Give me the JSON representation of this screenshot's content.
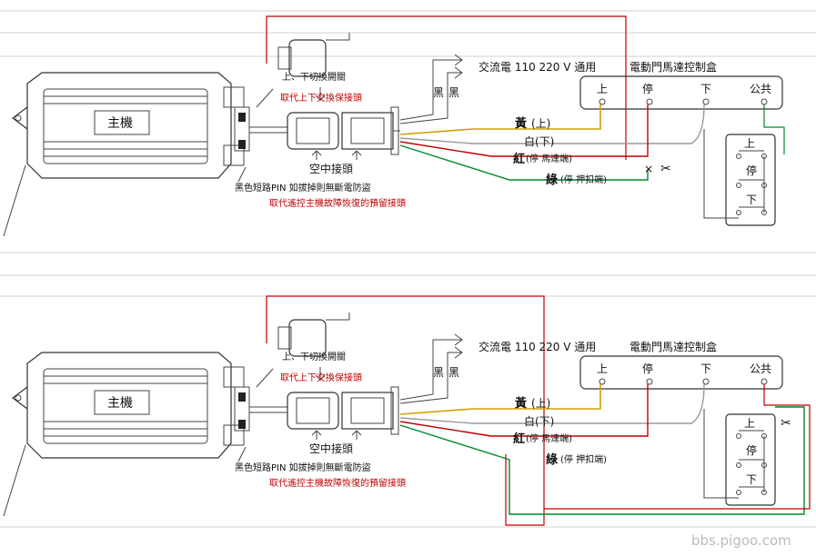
{
  "colors": {
    "yellow_wire": "#d4a000",
    "white_wire": "#9a9a9a",
    "red_wire": "#c00000",
    "green_wire": "#008a2e",
    "outline": "#333333",
    "guide_lines": "#d2d2d2"
  },
  "labels": {
    "main_unit": "主機",
    "switch_label": "上、下切換開關",
    "switch_note": "取代上下交換保接頭",
    "connector_label": "空中接頭",
    "short_pin_note": "黑色短路PIN 如拔掉則無斷電防盜",
    "reserve_note": "取代遙控主機故障恢復的預留接頭",
    "ac_power": "交流電 110 220 V 通用",
    "controller_title": "電動門馬達控制盒",
    "black1": "黑",
    "black2": "黑",
    "term_up": "上",
    "term_stop": "停",
    "term_down": "下",
    "term_common": "公共",
    "wire_yellow": "黃",
    "wire_yellow_note": "(上)",
    "wire_white": "白(下)",
    "wire_red": "紅",
    "wire_red_note": "(停 馬達端)",
    "wire_green": "綠",
    "wire_green_note": "(停 押扣端)",
    "btn_up": "上",
    "btn_stop": "停",
    "btn_down": "下",
    "cut_mark": "✂",
    "cut_x": "×"
  },
  "watermark": "bbs.pigoo.com"
}
